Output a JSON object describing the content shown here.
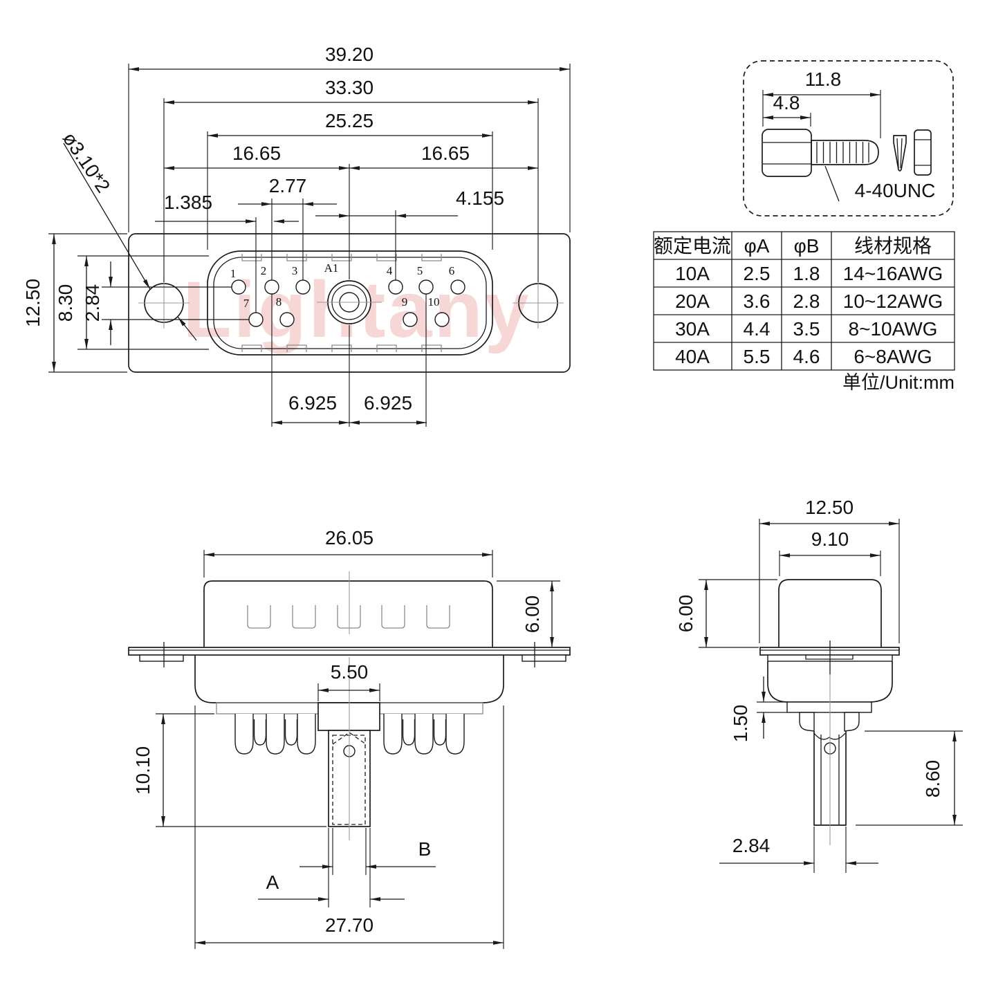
{
  "watermark": "Lightany",
  "front_view": {
    "dim_overall_width": "39.20",
    "dim_hole_span": "33.30",
    "dim_shroud_width": "25.25",
    "dim_half_left": "16.65",
    "dim_half_right": "16.65",
    "dim_pin_pitch": "2.77",
    "dim_pin_offset": "1.385",
    "dim_a1_offset": "4.155",
    "dim_hole_callout": "ø3.10*2",
    "dim_overall_height": "12.50",
    "dim_shroud_height": "8.30",
    "dim_row_gap": "2.84",
    "dim_span_left": "6.925",
    "dim_span_right": "6.925",
    "a1_label": "A1",
    "pins": [
      "1",
      "2",
      "3",
      "4",
      "5",
      "6",
      "7",
      "8",
      "9",
      "10"
    ]
  },
  "screw_detail": {
    "dim_total": "11.8",
    "dim_head": "4.8",
    "thread": "4-40UNC"
  },
  "spec_table": {
    "headers": [
      "额定电流",
      "φA",
      "φB",
      "线材规格"
    ],
    "rows": [
      [
        "10A",
        "2.5",
        "1.8",
        "14~16AWG"
      ],
      [
        "20A",
        "3.6",
        "2.8",
        "10~12AWG"
      ],
      [
        "30A",
        "4.4",
        "3.5",
        "8~10AWG"
      ],
      [
        "40A",
        "5.5",
        "4.6",
        "6~8AWG"
      ]
    ],
    "unit": "单位/Unit:mm"
  },
  "side_view": {
    "dim_width": "26.05",
    "dim_height": "6.00",
    "dim_tab": "5.50",
    "dim_tail": "10.10",
    "dim_b": "B",
    "dim_a": "A",
    "dim_total": "27.70"
  },
  "end_view": {
    "dim_width": "12.50",
    "dim_body": "9.10",
    "dim_height": "6.00",
    "dim_step": "1.50",
    "dim_tail": "8.60",
    "dim_barrel": "2.84"
  }
}
